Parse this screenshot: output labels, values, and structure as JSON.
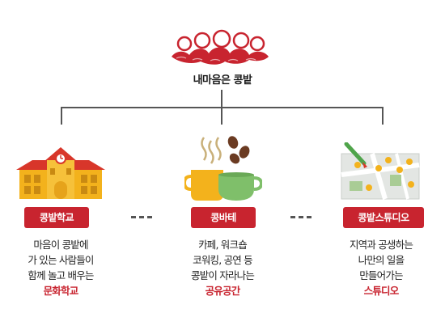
{
  "header": {
    "logo_name": "kongbat-cloud-logo",
    "title": "내마음은 콩밭"
  },
  "colors": {
    "accent": "#c8242f",
    "line": "#555555"
  },
  "items": [
    {
      "icon": "school-building-icon",
      "badge": "콩밭학교",
      "lines": [
        "마음이 콩밭에",
        "가 있는 사람들이",
        "함께 놀고 배우는"
      ],
      "highlight": "문화학교"
    },
    {
      "icon": "coffee-cups-icon",
      "badge": "콩바테",
      "lines": [
        "카페, 워크숍",
        "코워킹, 공연 등",
        "콩밭이 자라나는"
      ],
      "highlight": "공유공간"
    },
    {
      "icon": "map-pins-icon",
      "badge": "콩밭스튜디오",
      "lines": [
        "지역과 공생하는",
        "나만의 일을",
        "만들어가는"
      ],
      "highlight": "스튜디오"
    }
  ]
}
